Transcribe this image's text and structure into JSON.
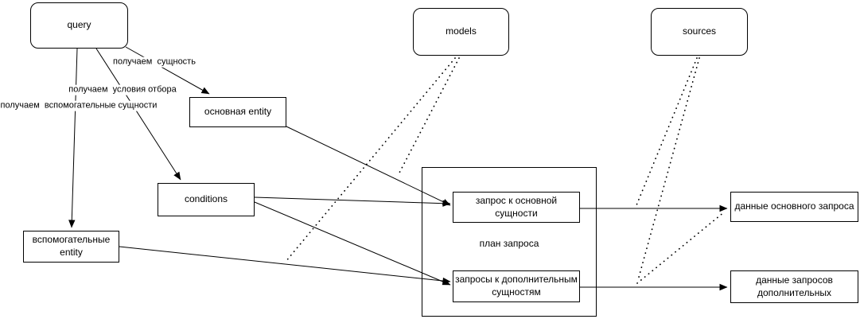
{
  "diagram": {
    "background": "#ffffff",
    "stroke_color": "#000000",
    "node_fill": "#ffffff",
    "nodes": {
      "query": {
        "label": "query",
        "shape": "rounded"
      },
      "models": {
        "label": "models",
        "shape": "rounded"
      },
      "sources": {
        "label": "sources",
        "shape": "rounded"
      },
      "main_entity": {
        "label": "основная entity",
        "shape": "rect"
      },
      "conditions": {
        "label": "conditions",
        "shape": "rect"
      },
      "aux_entity": {
        "label": "вспомогательные\nentity",
        "shape": "rect"
      },
      "plan_container": {
        "label": "план запроса",
        "shape": "container"
      },
      "main_query": {
        "label": "запрос к основной\nсущности",
        "shape": "rect"
      },
      "aux_queries": {
        "label": "запросы к дополнительным\nсущностям",
        "shape": "rect"
      },
      "main_data": {
        "label": "данные основного запроса",
        "shape": "rect"
      },
      "aux_data": {
        "label": "данные запросов\nдополнительных",
        "shape": "rect"
      }
    },
    "edge_labels": {
      "get_entity": "получаем  сущность",
      "get_conditions": "получаем  условия отбора",
      "get_aux": "получаем  вспомогательные сущности"
    },
    "edges": {
      "solid_with_arrowheads": [
        "query -> main_entity",
        "query -> conditions",
        "query -> aux_entity",
        "main_entity -> main_query",
        "conditions -> main_query",
        "conditions -> aux_queries",
        "aux_entity -> aux_queries",
        "main_query -> main_data",
        "aux_queries -> aux_data"
      ],
      "dotted": [
        "models -> main_query flow",
        "models -> aux_queries flow",
        "sources -> main_query flow",
        "sources -> aux_queries flow",
        "aux flow point -> main_data"
      ]
    }
  }
}
